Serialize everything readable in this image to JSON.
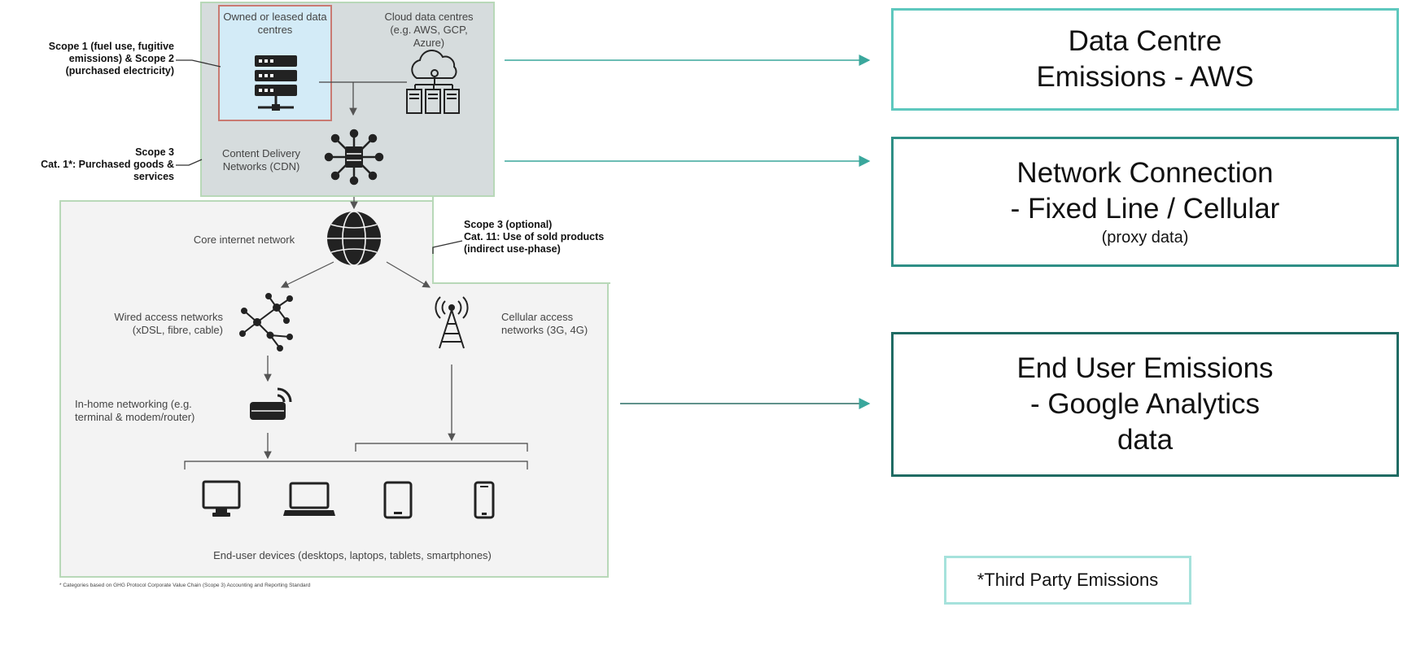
{
  "diagram": {
    "owned_dc": "Owned or leased data centres",
    "cloud_dc": "Cloud data centres (e.g. AWS, GCP, Azure)",
    "cdn": "Content Delivery Networks (CDN)",
    "core": "Core internet network",
    "wired": "Wired access networks (xDSL, fibre, cable)",
    "cellular": "Cellular access networks (3G, 4G)",
    "inhome": "In-home networking (e.g. terminal & modem/router)",
    "devices": "End-user devices (desktops, laptops, tablets, smartphones)",
    "scope12": "Scope 1 (fuel use, fugitive emissions) & Scope 2 (purchased electricity)",
    "scope3_title": "Scope 3",
    "scope3_cat1": "Cat. 1*: Purchased goods & services",
    "scope3_opt_title": "Scope 3 (optional)",
    "scope3_cat11": "Cat. 11: Use of sold products (indirect use-phase)",
    "footnote": "* Categories based on GHG Protocol Corporate Value Chain (Scope 3) Accounting and Reporting Standard"
  },
  "boxes": {
    "dc_title": "Data Centre",
    "dc_sub": "Emissions - AWS",
    "net_line1": "Network Connection",
    "net_line2": "- Fixed Line / Cellular",
    "net_note": "(proxy data)",
    "eu_line1": "End User Emissions",
    "eu_line2": "- Google Analytics",
    "eu_line3": "data",
    "third_party": "*Third Party Emissions"
  },
  "colors": {
    "dc_border": "#5ec8be",
    "net_border": "#2e8f86",
    "eu_border": "#1f6b63",
    "third_border": "#a6e2dc",
    "owned_fill": "#d3ebf7",
    "owned_border": "#c97a72",
    "cloud_fill": "#d6dcdd",
    "outer_fill": "#f3f3f3",
    "zone_border": "#b8d8b8"
  }
}
